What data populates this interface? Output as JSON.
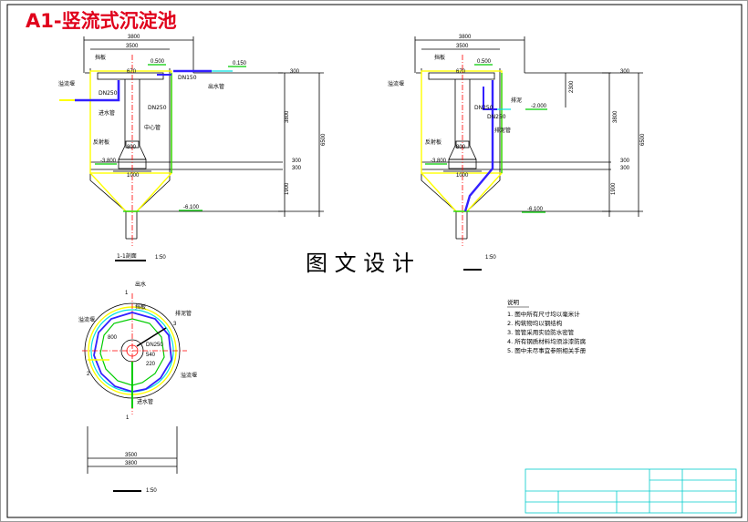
{
  "title": "A1-竖流式沉淀池",
  "design_text": "图 文 设 计",
  "colors": {
    "title": "#e0001b",
    "frame": "#000000",
    "guide_yellow": "#ffff00",
    "guide_green": "#00cc00",
    "pipe_blue": "#3320ff",
    "center_red": "#ff0000",
    "accent_cyan": "#00e0e0"
  },
  "section_left": {
    "name": "1-1剖面",
    "scale": "1:50",
    "labels": {
      "overflow_weir": "溢流堰",
      "baffle": "挡板",
      "inlet_pipe": "进水管",
      "outlet_pipe": "出水管",
      "center_pipe": "中心管",
      "reflector": "反射板",
      "dn250": "DN250",
      "dn250b": "DN250",
      "dn150": "DN150",
      "el_0500": "0.500",
      "el_0150": "0.150",
      "el_m3800": "-3.800",
      "el_m6100": "-6.100",
      "d_3800": "3800",
      "d_3500": "3500",
      "d_670": "670",
      "d_800": "800",
      "d_1000": "1000",
      "d_3800v": "3800",
      "d_6500": "6500",
      "d_300a": "300",
      "d_300b": "300",
      "d_1900": "1900"
    }
  },
  "section_right": {
    "scale": "1:50",
    "labels": {
      "overflow_weir": "溢流堰",
      "baffle": "挡板",
      "sludge_pipe": "排泥管",
      "drain_pipe": "排泥",
      "reflector": "反射板",
      "dn250": "DN250",
      "dn250b": "DN250",
      "el_0500": "0.500",
      "el_m2000": "-2.000",
      "el_m3800": "-3.800",
      "el_m6100": "-6.100",
      "d_3800": "3800",
      "d_3500": "3500",
      "d_670": "670",
      "d_800": "800",
      "d_1000": "1000",
      "d_2300": "2300",
      "d_3800v": "3800",
      "d_6500": "6500",
      "d_300a": "300",
      "d_300b": "300",
      "d_1900": "1900"
    }
  },
  "plan": {
    "scale": "1:50",
    "labels": {
      "outlet_top": "出水",
      "baffle": "挡板",
      "sludge_pipe": "排泥管",
      "d_800": "800",
      "d_dn250": "DN250",
      "d_540": "540",
      "d_220": "220",
      "overflow_weir": "溢流堰",
      "inlet_pipe": "进水管",
      "num_1": "1",
      "num_2": "2",
      "num_3": "3",
      "d_3500": "3500",
      "d_3800": "3800"
    }
  },
  "notes": {
    "heading": "说明",
    "items": [
      "1.   图中所有尺寸均以毫米计",
      "2.   构筑物均以钢结构",
      "3.   管管采用实验防水密管",
      "4.   所有钢质材料均须涂漆防腐",
      "5.   图中未尽事宜参照相关手册"
    ]
  }
}
